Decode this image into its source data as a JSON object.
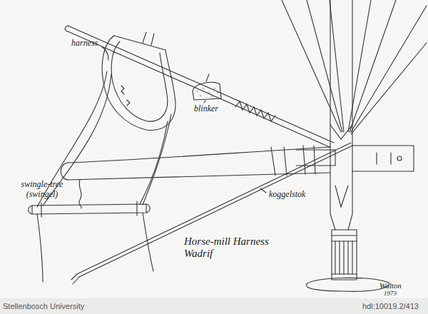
{
  "diagram": {
    "title": "Horse-mill Harness Wadrif",
    "labels": [
      "harness",
      "blinker",
      "swingle-tree (swingel)",
      "koggelstok",
      "Walton",
      "1973",
      "Stellenbosch University",
      "hdl:10019.2/413"
    ]
  }
}
